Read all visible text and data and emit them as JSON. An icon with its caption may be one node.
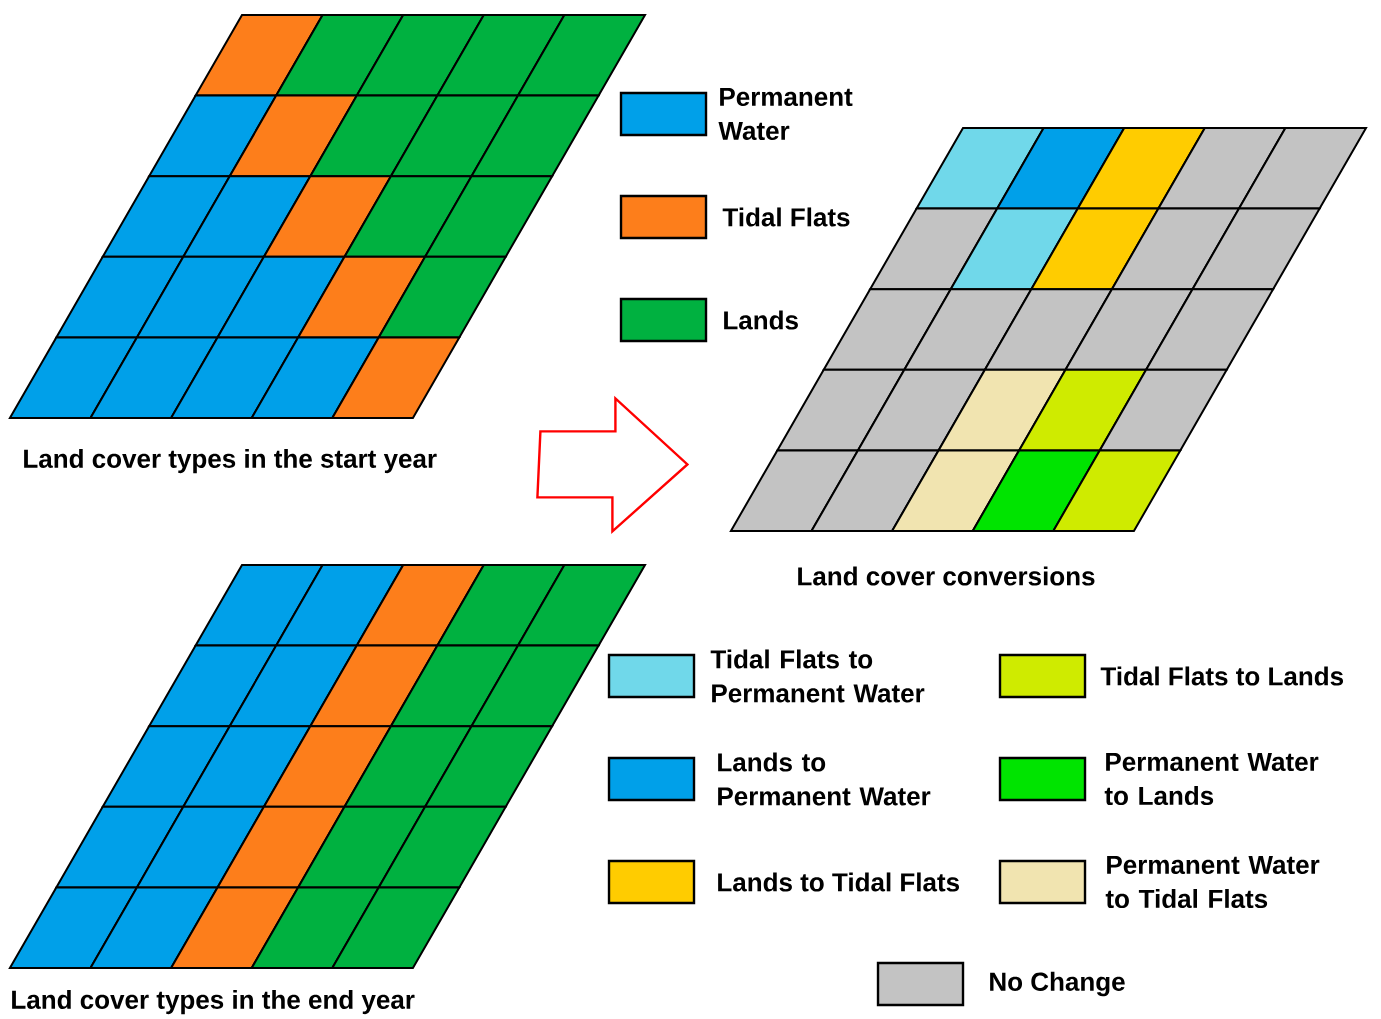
{
  "diagram": {
    "nodes": [
      {
        "text": [],
        "shape": "picture",
        "beside": [
          "Land cover types in the start year"
        ]
      },
      {
        "text": [],
        "shape": "picture",
        "beside": [
          "Land cover conversions"
        ]
      },
      {
        "text": [],
        "shape": "picture",
        "beside": [
          "Land cover types in the end year"
        ]
      }
    ],
    "edges": [
      {
        "from": 0,
        "to": 1,
        "arrow": "to",
        "color": "#ff0000"
      }
    ],
    "legend": [
      {
        "text": "Permanent Water",
        "color": "#00a0e9"
      },
      {
        "text": "Tidal Flats",
        "color": "#fd7e1b"
      },
      {
        "text": "Lands",
        "color": "#00b140"
      },
      {
        "text": "Tidal Flats to Permanent Water",
        "color": "#70d8ea"
      },
      {
        "text": "Tidal Flats to Lands",
        "color": "#cfeb00"
      },
      {
        "text": "Lands to Permanent Water",
        "color": "#00a0e9"
      },
      {
        "text": "Permanent Water to Lands",
        "color": "#00e400"
      },
      {
        "text": "Lands to Tidal Flats",
        "color": "#ffcc00"
      },
      {
        "text": "Permanent Water to Tidal Flats",
        "color": "#f1e4b0"
      },
      {
        "text": "No Change",
        "color": "#c3c3c3"
      }
    ]
  }
}
